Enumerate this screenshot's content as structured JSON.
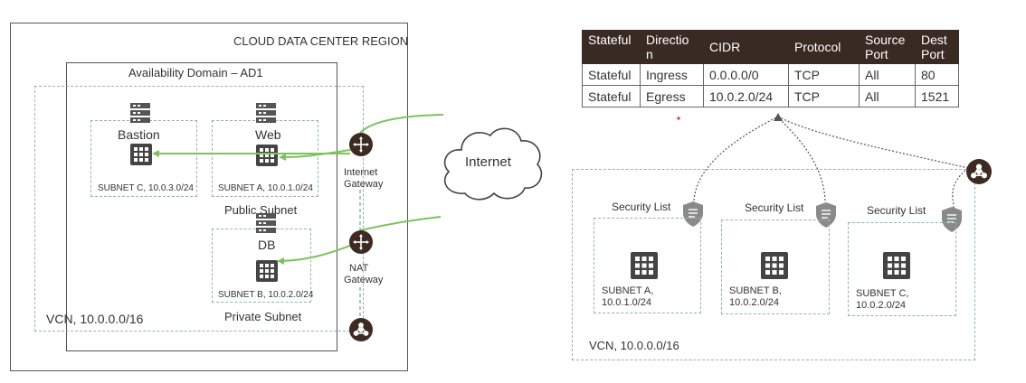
{
  "left": {
    "region_label": "CLOUD DATA CENTER REGION",
    "ad_label": "Availability Domain – AD1",
    "vcn_label": "VCN, 10.0.0.0/16",
    "public_subnet_label": "Public Subnet",
    "private_subnet_label": "Private Subnet",
    "subnets": [
      {
        "name": "Bastion",
        "cidr": "SUBNET C, 10.0.3.0/24"
      },
      {
        "name": "Web",
        "cidr": "SUBNET A, 10.0.1.0/24"
      },
      {
        "name": "DB",
        "cidr": "SUBNET B, 10.0.2.0/24"
      }
    ],
    "internet_gateway_label": [
      "Internet",
      "Gateway"
    ],
    "nat_gateway_label": [
      "NAT",
      "Gateway"
    ]
  },
  "internet_label": "Internet",
  "rules_table": {
    "headers": [
      "Stateful",
      "Directio\nn",
      "CIDR",
      "Protocol",
      "Source\nPort",
      "Dest\nPort"
    ],
    "rows": [
      [
        "Stateful",
        "Ingress",
        "0.0.0.0/0",
        "TCP",
        "All",
        "80"
      ],
      [
        "Stateful",
        "Egress",
        "10.0.2.0/24",
        "TCP",
        "All",
        "1521"
      ]
    ]
  },
  "right": {
    "vcn_label": "VCN, 10.0.0.0/16",
    "security_lists": [
      {
        "label": "Security List",
        "subnet_line1": "SUBNET A,",
        "subnet_line2": "10.0.1.0/24"
      },
      {
        "label": "Security List",
        "subnet_line1": "SUBNET B,",
        "subnet_line2": "10.0.2.0/24"
      },
      {
        "label": "Security List",
        "subnet_line1": "SUBNET C,",
        "subnet_line2": "10.0.2.0/24"
      }
    ]
  },
  "colors": {
    "accent_green": "#7dc25a",
    "brown": "#3d2a22",
    "dash_teal": "#8fb5b0",
    "shield_grey": "#8a8a8a"
  }
}
